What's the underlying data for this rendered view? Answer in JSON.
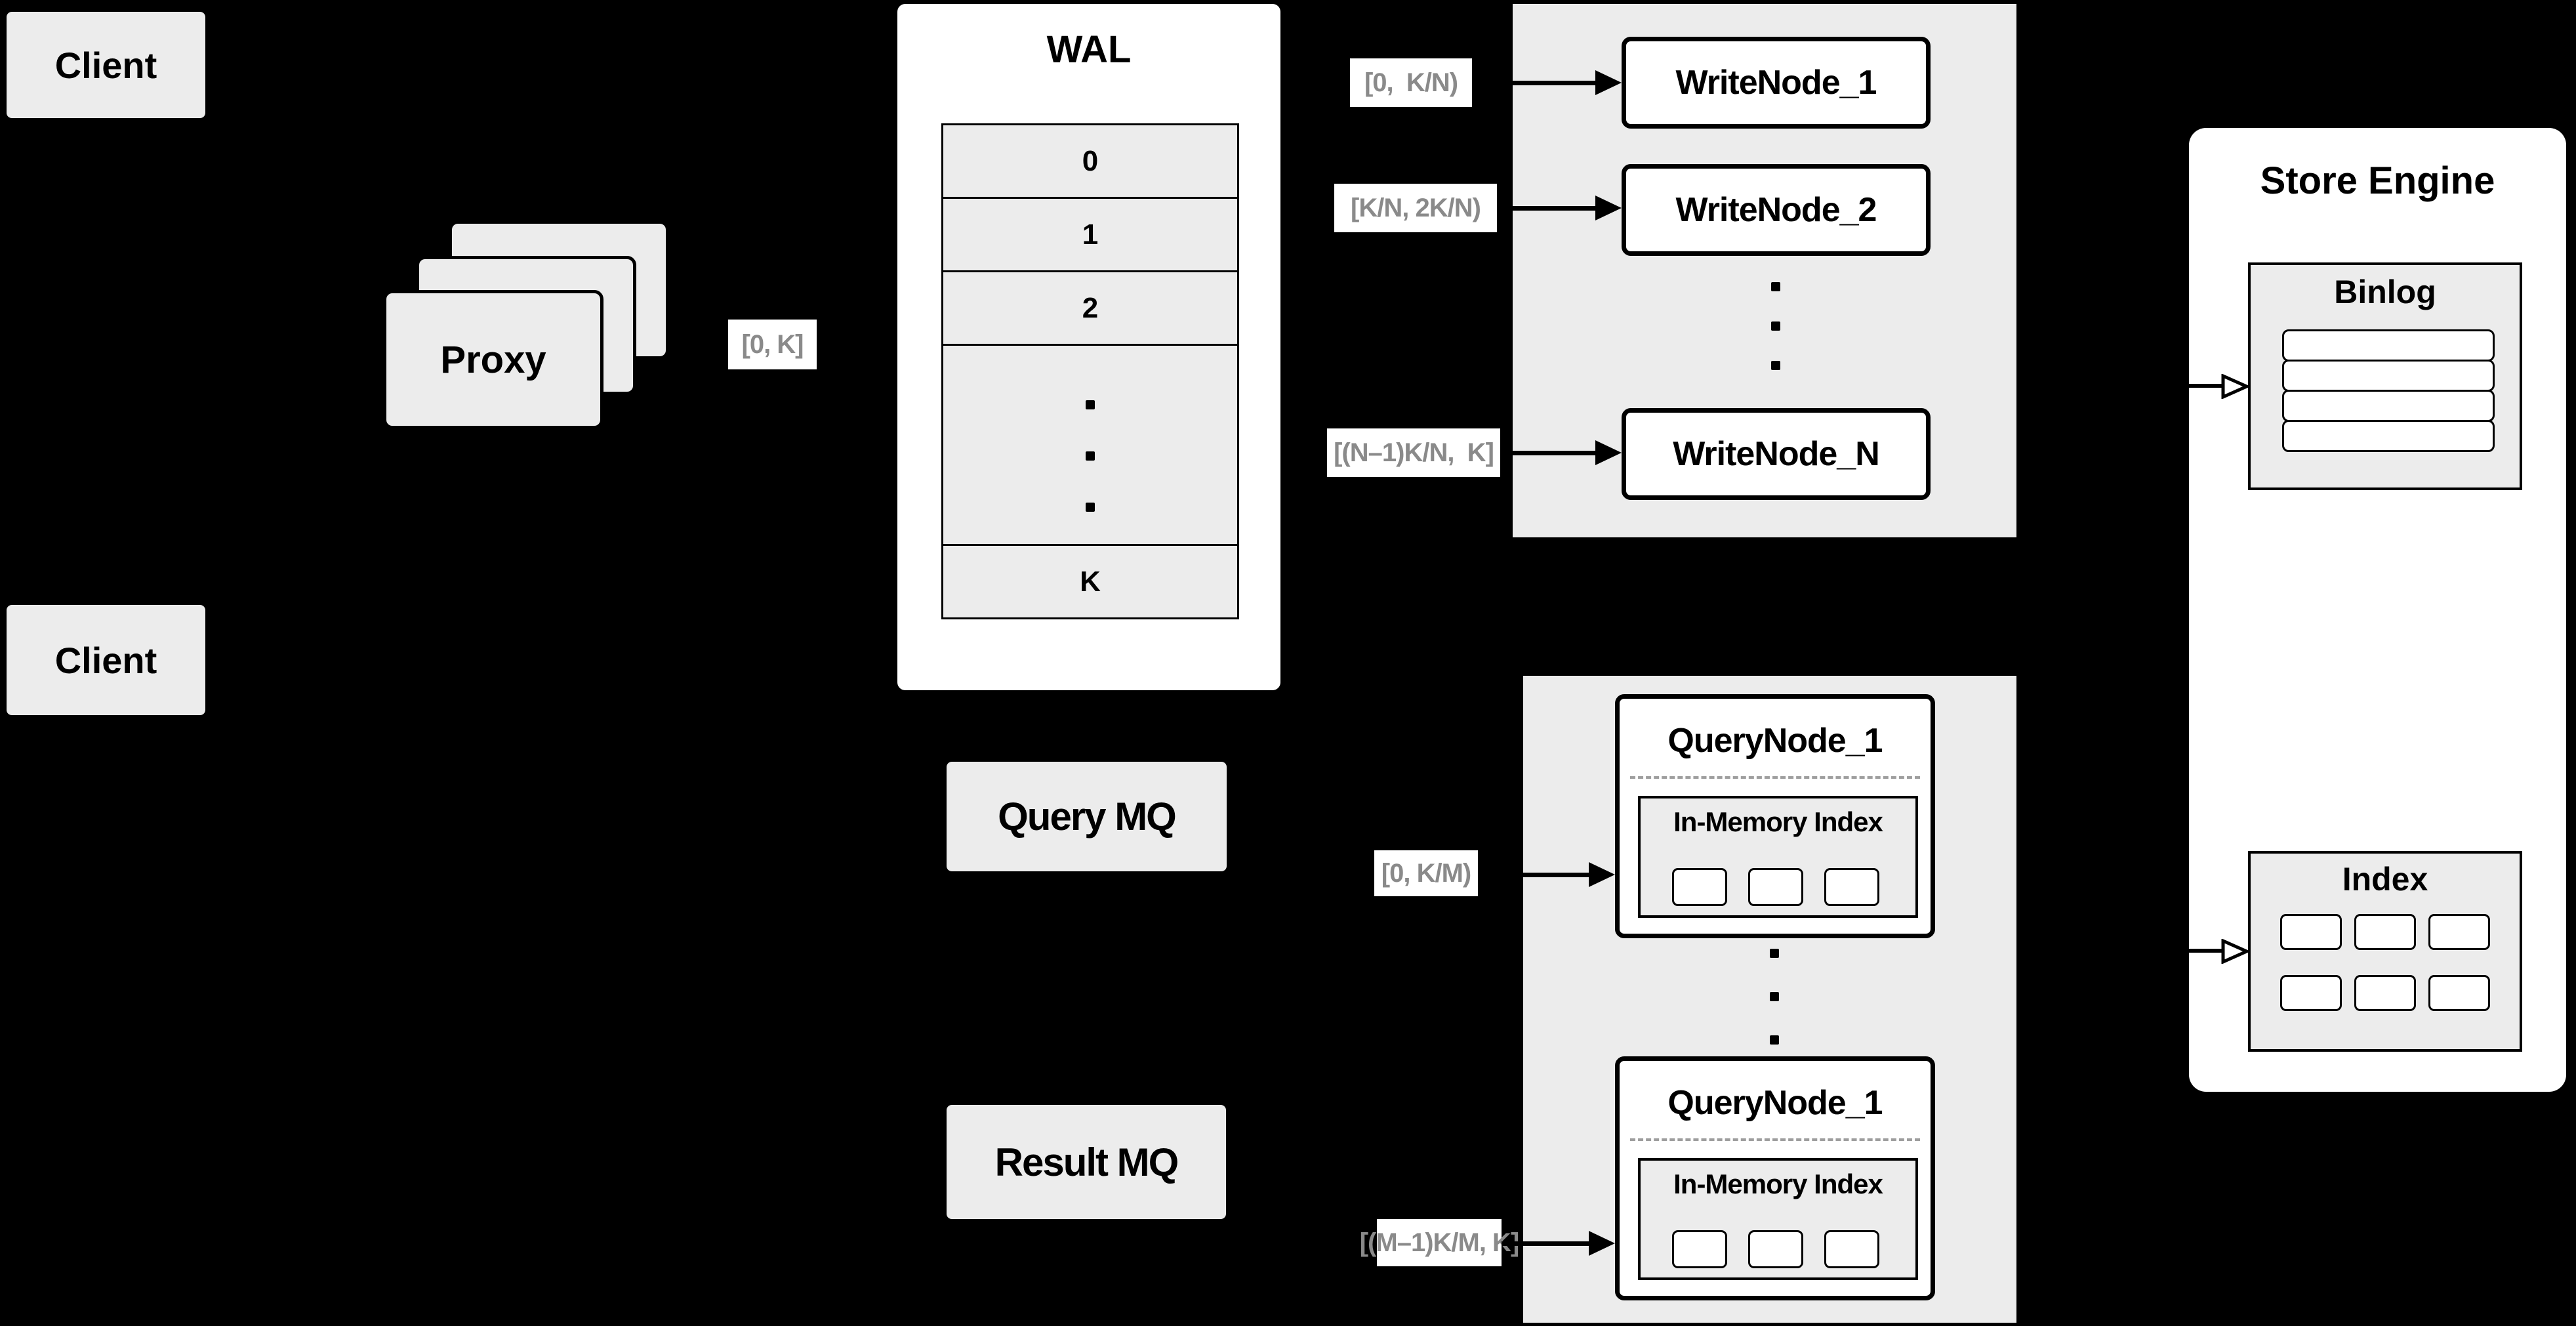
{
  "client_top": {
    "label": "Client"
  },
  "client_bottom": {
    "label": "Client"
  },
  "proxy": {
    "label": "Proxy"
  },
  "range_labels": {
    "proxy_to_wal": "[0, K]",
    "write_1": "[0,  K/N)",
    "write_2": "[K/N, 2K/N)",
    "write_n": "[(N–1)K/N,  K]",
    "query_1": "[0, K/M)",
    "query_m": "[(M–1)K/M, K]"
  },
  "wal": {
    "title": "WAL",
    "rows": [
      "0",
      "1",
      "2"
    ],
    "ellipsis": "...",
    "last_row": "K"
  },
  "write_cluster": {
    "node_1": "WriteNode_1",
    "node_2": "WriteNode_2",
    "node_n": "WriteNode_N",
    "ellipsis": "..."
  },
  "mq": {
    "query": "Query MQ",
    "result": "Result MQ"
  },
  "query_cluster": {
    "ellipsis": "...",
    "node_top": {
      "title": "QueryNode_1",
      "index_title": "In-Memory Index"
    },
    "node_bottom": {
      "title": "QueryNode_1",
      "index_title": "In-Memory Index"
    }
  },
  "store_engine": {
    "title": "Store Engine",
    "binlog": {
      "title": "Binlog"
    },
    "index": {
      "title": "Index"
    }
  },
  "colors": {
    "canvas_bg": "#000000",
    "panel_gray": "#ececec",
    "box_white": "#ffffff",
    "line_black": "#000000",
    "range_text_gray": "#8a8a8a",
    "dash_gray": "#9e9e9e"
  }
}
